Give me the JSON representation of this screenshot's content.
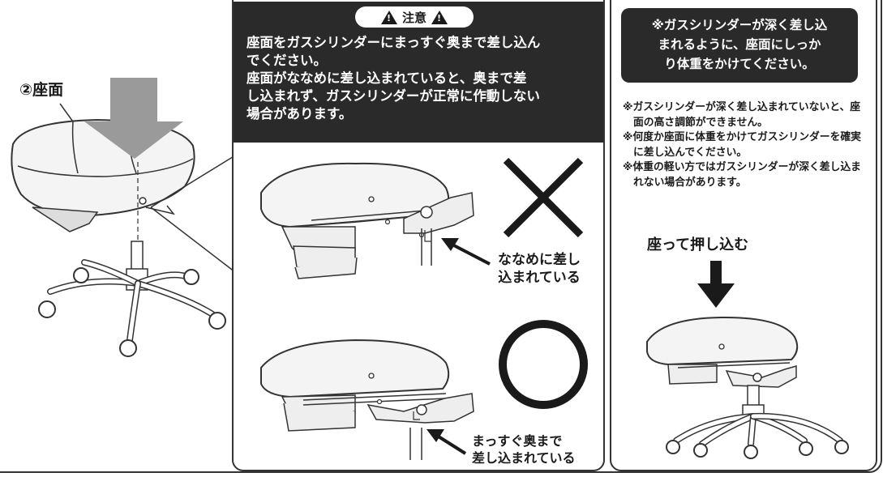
{
  "left": {
    "part_label": "②座面"
  },
  "caution": {
    "badge": "注意",
    "lines": [
      "座面をガスシリンダーにまっすぐ奥まで差し込ん",
      "でください。",
      "座面がななめに差し込まれていると、奥まで差",
      "し込まれず、ガスシリンダーが正常に作動しない",
      "場合があります。"
    ],
    "wrong_caption": [
      "ななめに差し",
      "込まれている"
    ],
    "right_caption": [
      "まっすぐ奥まで",
      "差し込まれている"
    ]
  },
  "side": {
    "header_lines": [
      "※ガスシリンダーが深く差し込",
      "まれるように、座面にしっか",
      "り体重をかけてください。"
    ],
    "notes": [
      "※ガスシリンダーが深く差し込まれていないと、座面の高さ調節ができません。",
      "※何度か座面に体重をかけてガスシリンダーを確実に差し込んでください。",
      "※体重の軽い方ではガスシリンダーが深く差し込まれない場合があります。"
    ],
    "press_label": "座って押し込む"
  },
  "colors": {
    "dark_panel": "#2a2a2a",
    "arrow_gray": "#9a9a9a",
    "seat_fill": "#f4f4f4",
    "line": "#333333"
  }
}
